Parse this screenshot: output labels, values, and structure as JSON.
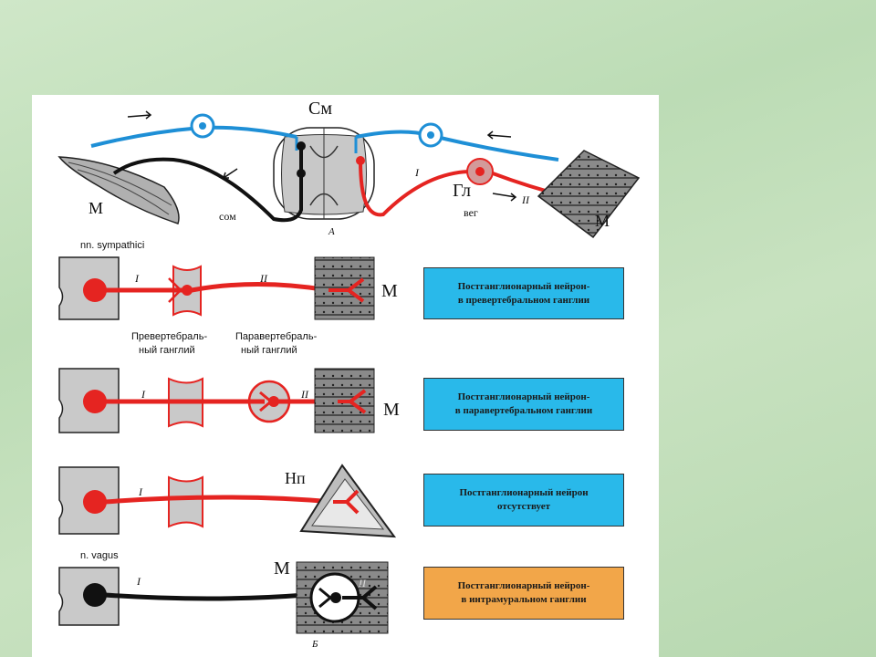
{
  "top": {
    "label_cm": "См",
    "label_m_left": "М",
    "label_m_right": "М",
    "label_com": "сом",
    "label_gl": "Гл",
    "label_veg": "вег",
    "label_a": "А",
    "label_i": "I",
    "label_ii": "II"
  },
  "rows": [
    {
      "title": "nn. sympathici",
      "roman_1": "I",
      "roman_2": "II",
      "target": "М",
      "box_lines": [
        "Постганглионарный нейрон-",
        "в превертебральном ганглии"
      ],
      "box_color": "#29b9ea",
      "captions": [
        "Превертебраль-",
        "ный  ганглий",
        "Паравертебраль-",
        "ный  ганглий"
      ]
    },
    {
      "roman_1": "I",
      "roman_2": "II",
      "target": "М",
      "box_lines": [
        "Постганглионарный нейрон-",
        "в паравертебральном ганглии"
      ],
      "box_color": "#29b9ea"
    },
    {
      "roman_1": "I",
      "target": "Нп",
      "box_lines": [
        "Постганглионарный  нейрон",
        "отсутствует"
      ],
      "box_color": "#29b9ea"
    },
    {
      "title": "n. vagus",
      "roman_1": "I",
      "roman_2": "II",
      "target": "М",
      "box_lines": [
        "Постганглионарный нейрон-",
        "в интрамуральном ганглии"
      ],
      "box_color": "#f2a649"
    }
  ],
  "label_b": "Б",
  "colors": {
    "red": "#e52421",
    "blue": "#1e8fd6",
    "black": "#111111",
    "gray": "#bdbdbd",
    "orange": "#f2a649"
  }
}
